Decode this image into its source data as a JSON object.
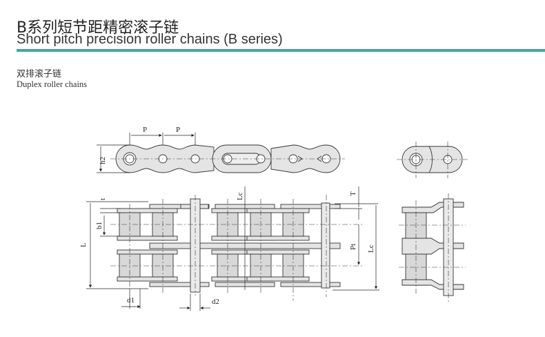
{
  "header": {
    "title_cn": "B系列短节距精密滚子链",
    "title_en": "Short pitch precision roller chains (B series)",
    "rule_color": "#3fa6a6"
  },
  "section": {
    "title_cn": "双排滚子链",
    "title_en": "Duplex roller chains"
  },
  "drawing": {
    "labels": {
      "p1": "P",
      "p2": "P",
      "h2": "h2",
      "t": "t",
      "b1": "b1",
      "L": "L",
      "d1": "d1",
      "d2": "d2",
      "Lc_top": "Lc",
      "T": "T",
      "Pt": "Pt",
      "Lc_right": "Lc"
    }
  }
}
